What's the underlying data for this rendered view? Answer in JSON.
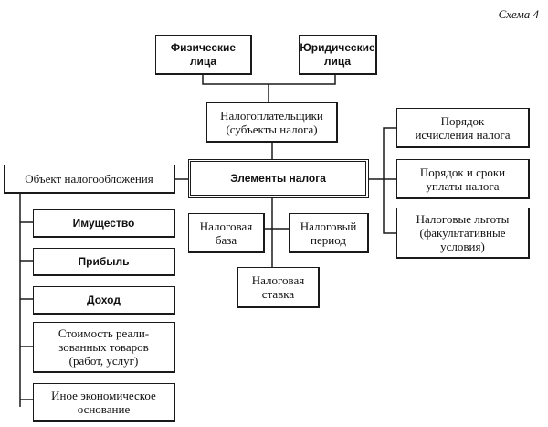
{
  "scheme_label": "Схема 4",
  "nodes": {
    "physical": "Физические\nлица",
    "legal": "Юридические\nлица",
    "taxpayers": "Налогоплательщики\n(субъекты налога)",
    "elements": "Элементы налога",
    "object": "Объект налогообложения",
    "property": "Имущество",
    "profit": "Прибыль",
    "income": "Доход",
    "goods_cost": "Стоимость реали-\nзованных товаров\n(работ, услуг)",
    "other_basis": "Иное экономическое\nоснование",
    "tax_base": "Налоговая\nбаза",
    "tax_period": "Налоговый\nпериод",
    "tax_rate": "Налоговая\nставка",
    "calc_order": "Порядок\nисчисления налога",
    "payment_terms": "Порядок и сроки\nуплаты налога",
    "tax_benefits": "Налоговые льготы\n(факультативные\nусловия)"
  }
}
